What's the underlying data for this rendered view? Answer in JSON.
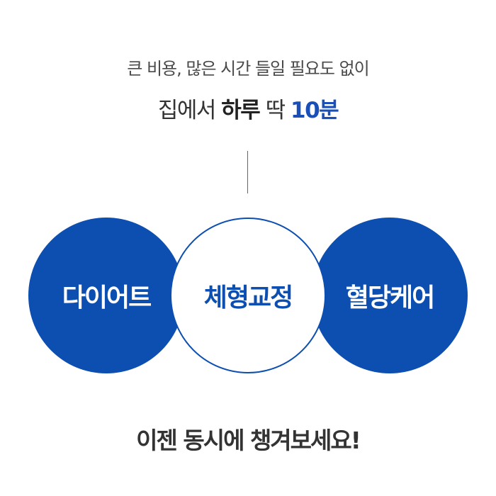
{
  "header": {
    "subline": "큰 비용, 많은 시간 들일 필요도 없이",
    "headline_part1": "집에서 ",
    "headline_bold": "하루",
    "headline_part2": " 딱 ",
    "headline_accent": "10분"
  },
  "circles": [
    {
      "label": "다이어트",
      "style": "filled"
    },
    {
      "label": "체형교정",
      "style": "outline"
    },
    {
      "label": "혈당케어",
      "style": "filled"
    }
  ],
  "cta": {
    "text": "이젠 동시에 챙겨보세요!"
  },
  "colors": {
    "accent": "#0d4fb0",
    "text": "#333333"
  }
}
